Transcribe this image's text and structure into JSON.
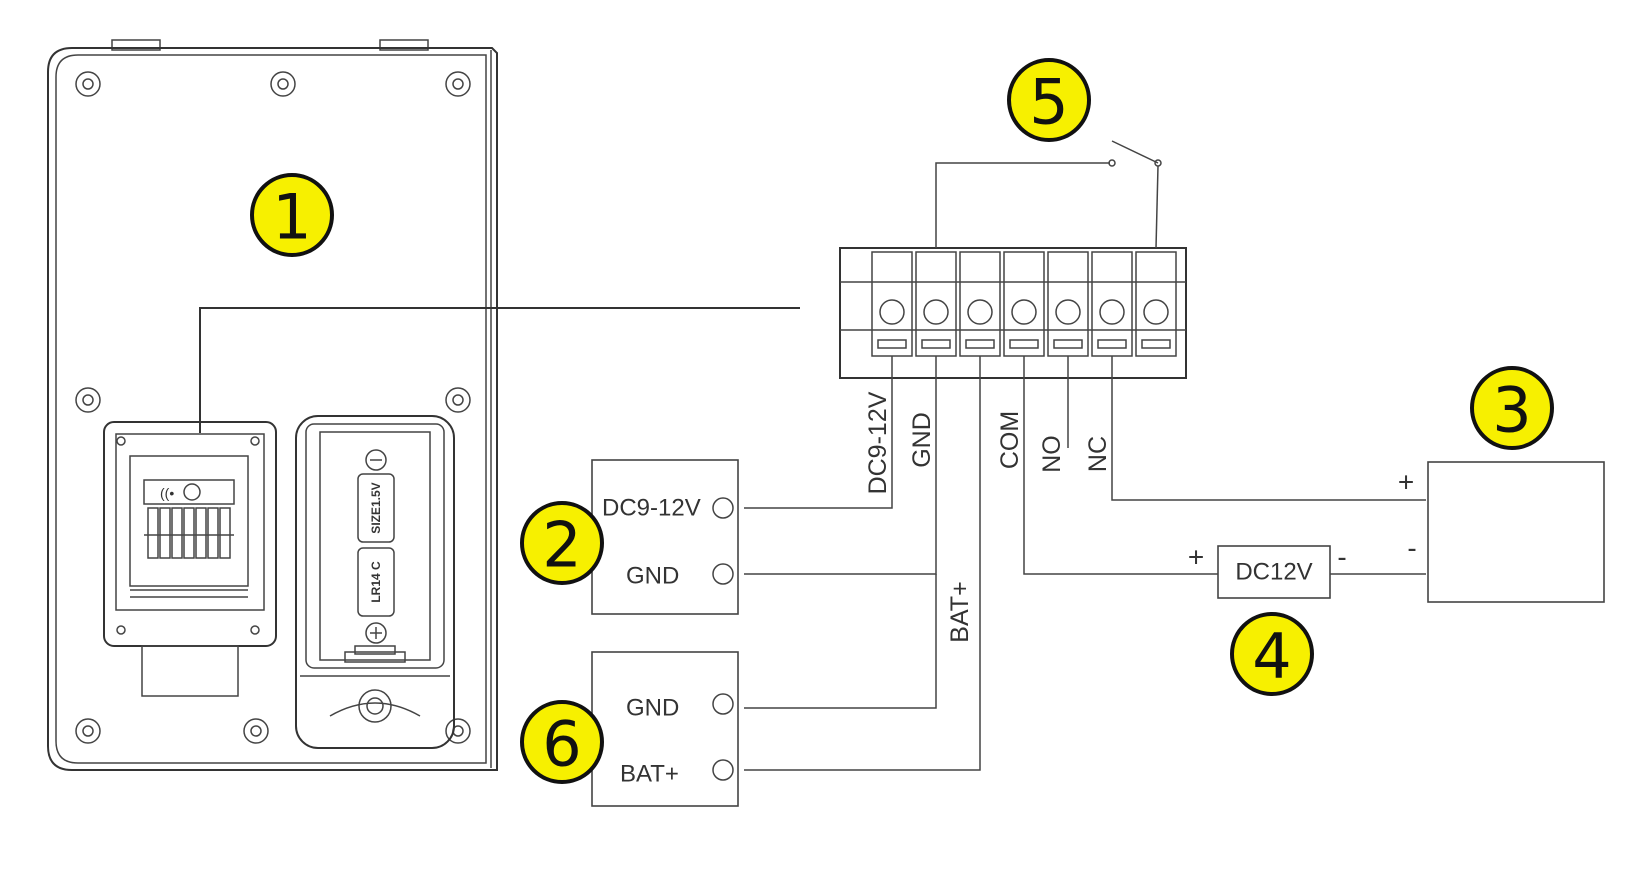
{
  "badges": {
    "b1": "1",
    "b2": "2",
    "b3": "3",
    "b4": "4",
    "b5": "5",
    "b6": "6"
  },
  "battery": {
    "size_label": "SIZE1.5V",
    "type_label": "LR14 C"
  },
  "terminals": {
    "dc": "DC9-12V",
    "gnd": "GND",
    "bat": "BAT+",
    "com": "COM",
    "no": "NO",
    "nc": "NC"
  },
  "module2": {
    "dc_label": "DC9-12V",
    "gnd_label": "GND"
  },
  "module6": {
    "gnd_label": "GND",
    "bat_label": "BAT+"
  },
  "supply": {
    "label": "DC12V",
    "plus": "+",
    "minus": "-"
  },
  "lock": {
    "plus": "+",
    "minus": "-"
  }
}
